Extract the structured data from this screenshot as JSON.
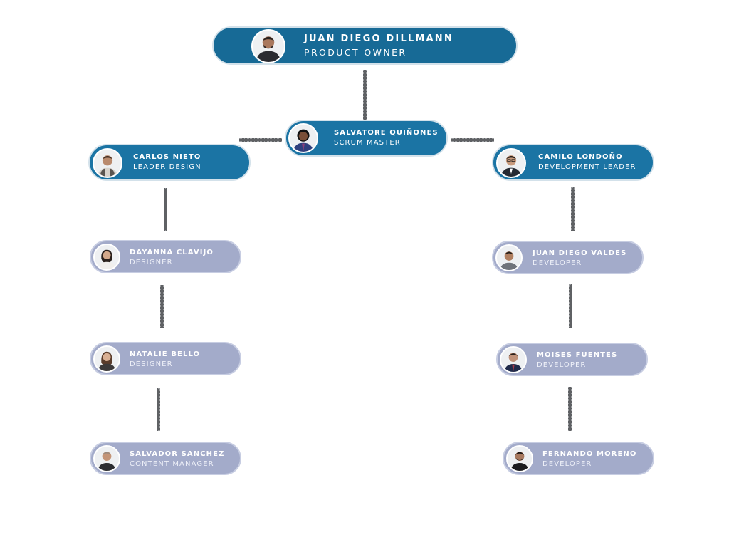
{
  "org_chart": {
    "owner": {
      "name": "JUAN DIEGO DILLMANN",
      "role": "PRODUCT OWNER"
    },
    "scrum_master": {
      "name": "SALVATORE QUIÑONES",
      "role": "SCRUM MASTER"
    },
    "design_lead": {
      "name": "CARLOS NIETO",
      "role": "LEADER DESIGN"
    },
    "dev_lead": {
      "name": "CAMILO LONDOÑO",
      "role": "DEVELOPMENT LEADER"
    },
    "design_team": [
      {
        "name": "DAYANNA CLAVIJO",
        "role": "DESIGNER"
      },
      {
        "name": "NATALIE BELLO",
        "role": "DESIGNER"
      },
      {
        "name": "SALVADOR SANCHEZ",
        "role": "CONTENT MANAGER"
      }
    ],
    "dev_team": [
      {
        "name": "JUAN DIEGO VALDES",
        "role": "DEVELOPER"
      },
      {
        "name": "MOISES FUENTES",
        "role": "DEVELOPER"
      },
      {
        "name": "FERNANDO MORENO",
        "role": "DEVELOPER"
      }
    ]
  },
  "colors": {
    "owner_fill": "#176a96",
    "lead_fill": "#1b74a4",
    "member_fill": "#a3abca",
    "connector": "#5f6164"
  },
  "icons": {
    "avatar": "person-avatar-icon"
  }
}
